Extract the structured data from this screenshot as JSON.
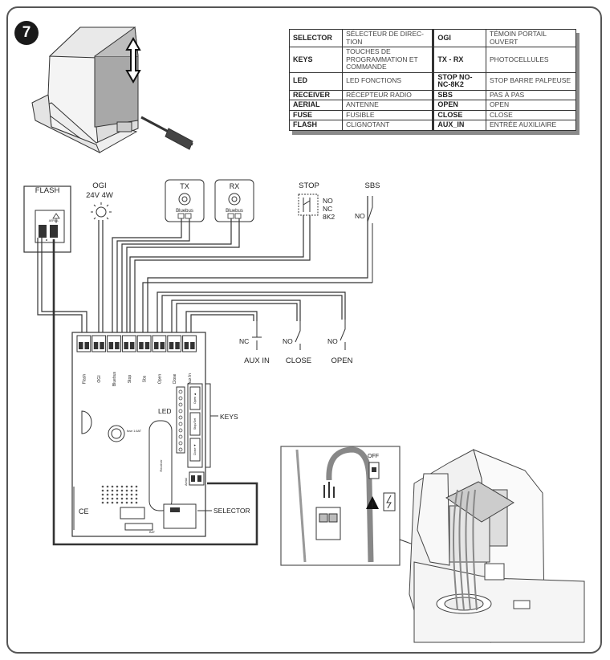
{
  "figure": {
    "step_number": "7",
    "legend": [
      {
        "left_key": "SELECTOR",
        "left_desc": "SÉLECTEUR DE DIREC-TION",
        "right_key": "OGI",
        "right_desc": "TÉMOIN PORTAIL OUVERT"
      },
      {
        "left_key": "KEYS",
        "left_desc": "TOUCHES DE PROGRAMMATION ET COMMANDE",
        "right_key": "TX - RX",
        "right_desc": "PHOTOCELLULES"
      },
      {
        "left_key": "LED",
        "left_desc": "LED FONCTIONS",
        "right_key": "STOP NO-NC-8K2",
        "right_desc": "STOP BARRE PALPEUSE"
      },
      {
        "left_key": "RECEIVER",
        "left_desc": "RÉCEPTEUR RADIO",
        "right_key": "SBS",
        "right_desc": "PAS À PAS"
      },
      {
        "left_key": "AERIAL",
        "left_desc": "ANTENNE",
        "right_key": "OPEN",
        "right_desc": "OPEN"
      },
      {
        "left_key": "FUSE",
        "left_desc": "FUSIBLE",
        "right_key": "CLOSE",
        "right_desc": "CLOSE"
      },
      {
        "left_key": "FLASH",
        "left_desc": "CLIGNOTANT",
        "right_key": "AUX_IN",
        "right_desc": "ENTRÉE AUXILIAIRE"
      }
    ],
    "labels": {
      "flash": "FLASH",
      "aerial_small": "AERIAL",
      "ogi_title": "OGI",
      "ogi_rating": "24V 4W",
      "tx": "TX",
      "rx": "RX",
      "bluebus_tx": "Bluebus",
      "bluebus_rx": "Bluebus",
      "stop": "STOP",
      "stop_no": "NO",
      "stop_nc": "NC",
      "stop_8k2": "8K2",
      "sbs": "SBS",
      "sbs_no": "NO",
      "aux_nc": "NC",
      "aux_in": "AUX IN",
      "close_no": "NO",
      "close": "CLOSE",
      "open_no": "NO",
      "open": "OPEN",
      "led": "LED",
      "keys": "KEYS",
      "selector": "SELECTOR",
      "fuse": "fuse 1.6AT",
      "receiver": "Receiver",
      "off": "OFF"
    },
    "terminals": [
      "Flash",
      "OGI",
      "Bluebus",
      "Stop",
      "Sbs",
      "Open",
      "Close",
      "Aux In"
    ],
    "keys_buttons": [
      "Open ▲",
      "Stop/Set",
      "Close ▼"
    ],
    "board_small": [
      "Aerial",
      "BAT"
    ]
  }
}
